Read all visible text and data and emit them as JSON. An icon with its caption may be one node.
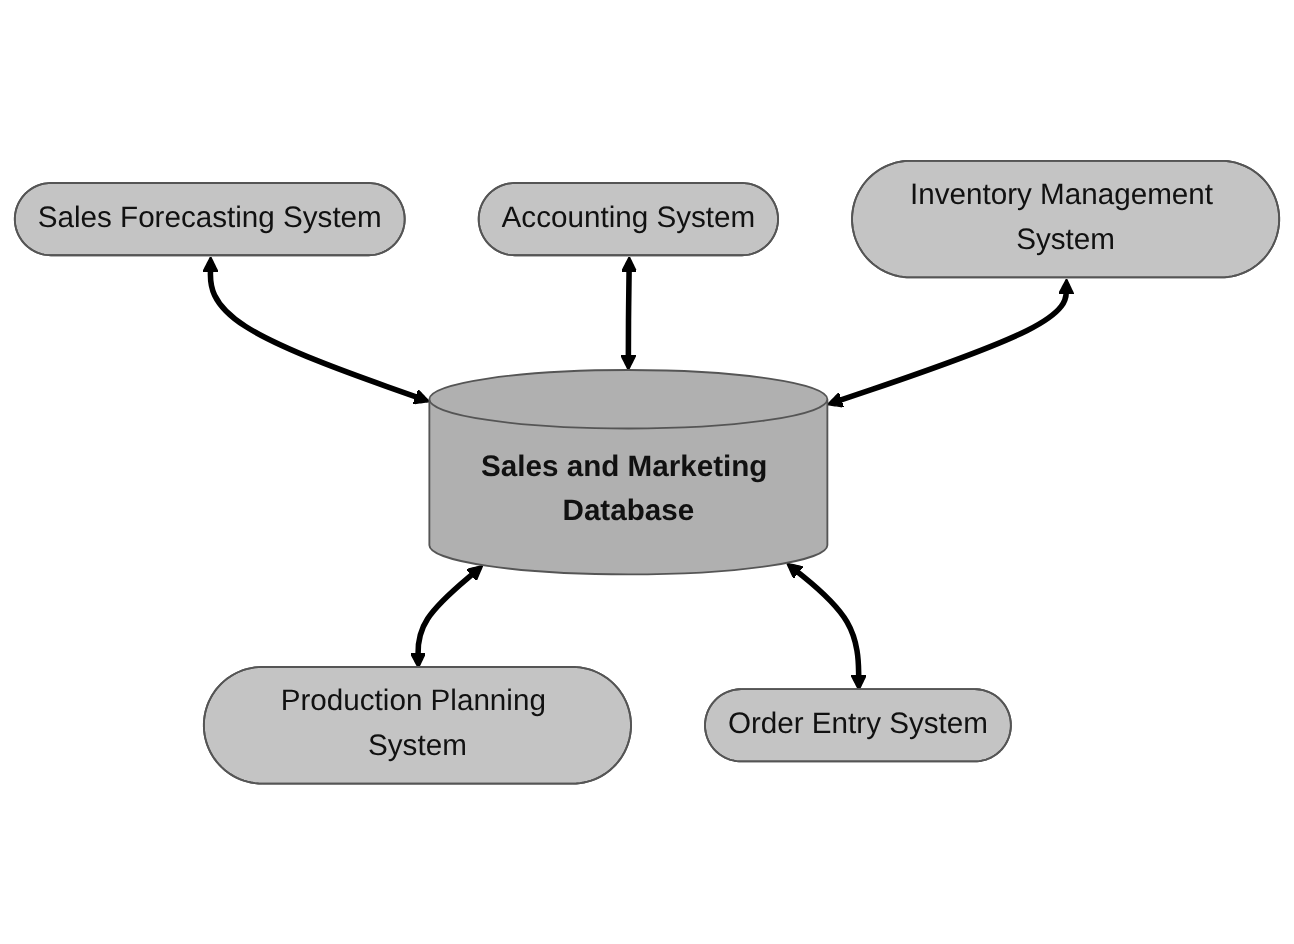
{
  "diagram": {
    "nodes": [
      {
        "text": [
          "Sales Forecasting System"
        ]
      },
      {
        "text": [
          "Accounting System"
        ]
      },
      {
        "text": [
          "Inventory Management System"
        ]
      },
      {
        "text": [
          "Sales and Marketing Database"
        ]
      },
      {
        "text": [
          "Production Planning System"
        ]
      },
      {
        "text": [
          "Order Entry System"
        ]
      }
    ],
    "edges": [
      {
        "from": 0,
        "to": 3,
        "arrow": "both"
      },
      {
        "from": 1,
        "to": 3,
        "arrow": "both"
      },
      {
        "from": 2,
        "to": 3,
        "arrow": "both"
      },
      {
        "from": 3,
        "to": 4,
        "arrow": "both"
      },
      {
        "from": 3,
        "to": 5,
        "arrow": "both"
      }
    ]
  }
}
